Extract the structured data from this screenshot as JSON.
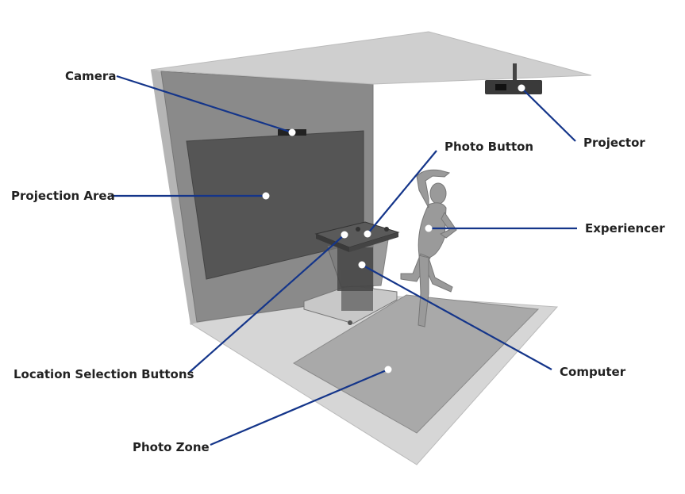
{
  "title": "Photo booth installation layout",
  "line_color": "#14358a",
  "labels": {
    "camera": "Camera",
    "projector": "Projector",
    "photo_button": "Photo Button",
    "projection_area": "Projection Area",
    "experiencer": "Experiencer",
    "location_selection_buttons": "Location Selection Buttons",
    "computer": "Computer",
    "photo_zone": "Photo Zone"
  }
}
